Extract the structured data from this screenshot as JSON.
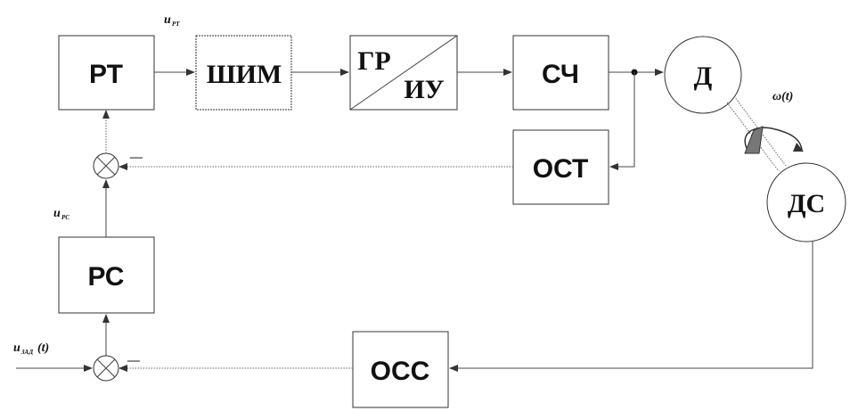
{
  "blocks": {
    "rt": "РТ",
    "shim": "ШИМ",
    "gr": "ГР",
    "iu": "ИУ",
    "sch": "СЧ",
    "d": "Д",
    "ost": "ОСТ",
    "rs": "РС",
    "ds": "ДС",
    "oss": "ОСС"
  },
  "signals": {
    "u_rt_main": "u",
    "u_rt_sub": "РТ",
    "u_rs_main": "u",
    "u_rs_sub": "РС",
    "u_zad_main": "u",
    "u_zad_sub": "ЗАД",
    "u_zad_arg": "(t)",
    "omega": "ω(t)"
  },
  "signs": {
    "minus_upper": "—",
    "minus_lower": "—"
  }
}
